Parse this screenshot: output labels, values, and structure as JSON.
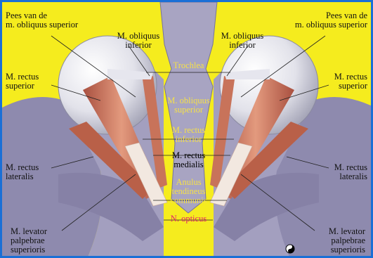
{
  "colors": {
    "border": "#1a6fd6",
    "background": "#f5ec1e",
    "tissue": "#8e8aae",
    "muscle": "#c8735a",
    "tendon": "#f2e8e0",
    "inner_label": "#f4e04a",
    "nerve_label": "#e0206e"
  },
  "labels": {
    "pees_left": [
      "Pees van de",
      "m. obliquus superior"
    ],
    "pees_right": [
      "Pees van de",
      "m. obliquus superior"
    ],
    "obl_inf_left": [
      "M. obliquus",
      "inferior"
    ],
    "obl_inf_right": [
      "M. obliquus",
      "inferior"
    ],
    "trochlea": "Trochlea",
    "rectus_sup_left": [
      "M. rectus",
      "superior"
    ],
    "rectus_sup_right": [
      "M. rectus",
      "superior"
    ],
    "obl_sup_center": [
      "M. obliquus",
      "superior"
    ],
    "rectus_inf_center": [
      "M. rectus",
      "inferior"
    ],
    "rectus_med_center": [
      "M. rectus",
      "medialis"
    ],
    "rectus_lat_left": [
      "M. rectus",
      "lateralis"
    ],
    "rectus_lat_right": [
      "M. rectus",
      "lateralis"
    ],
    "anulus": [
      "Anulus",
      "tendineus",
      "communis"
    ],
    "opticus": "N. opticus",
    "levator_left": [
      "M. levator",
      "palpebrae",
      "superioris"
    ],
    "levator_right": [
      "M. levator",
      "palpebrae",
      "superioris"
    ]
  },
  "icons": {
    "logo": "yin-yang-logo-icon"
  }
}
